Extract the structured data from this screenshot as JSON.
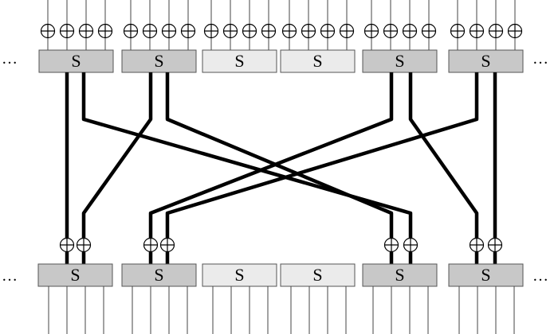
{
  "box_label": "S",
  "ellipsis": "…",
  "colors": {
    "dark_box": "#c8c8c8",
    "light_box": "#ebebeb",
    "line": "#000000"
  },
  "top_boxes": [
    {
      "shade": "dark"
    },
    {
      "shade": "dark"
    },
    {
      "shade": "light"
    },
    {
      "shade": "light"
    },
    {
      "shade": "dark"
    },
    {
      "shade": "dark"
    }
  ],
  "bottom_boxes": [
    {
      "shade": "dark"
    },
    {
      "shade": "dark"
    },
    {
      "shade": "light"
    },
    {
      "shade": "light"
    },
    {
      "shade": "dark"
    },
    {
      "shade": "dark"
    }
  ],
  "xor_symbol": "xor-icon"
}
